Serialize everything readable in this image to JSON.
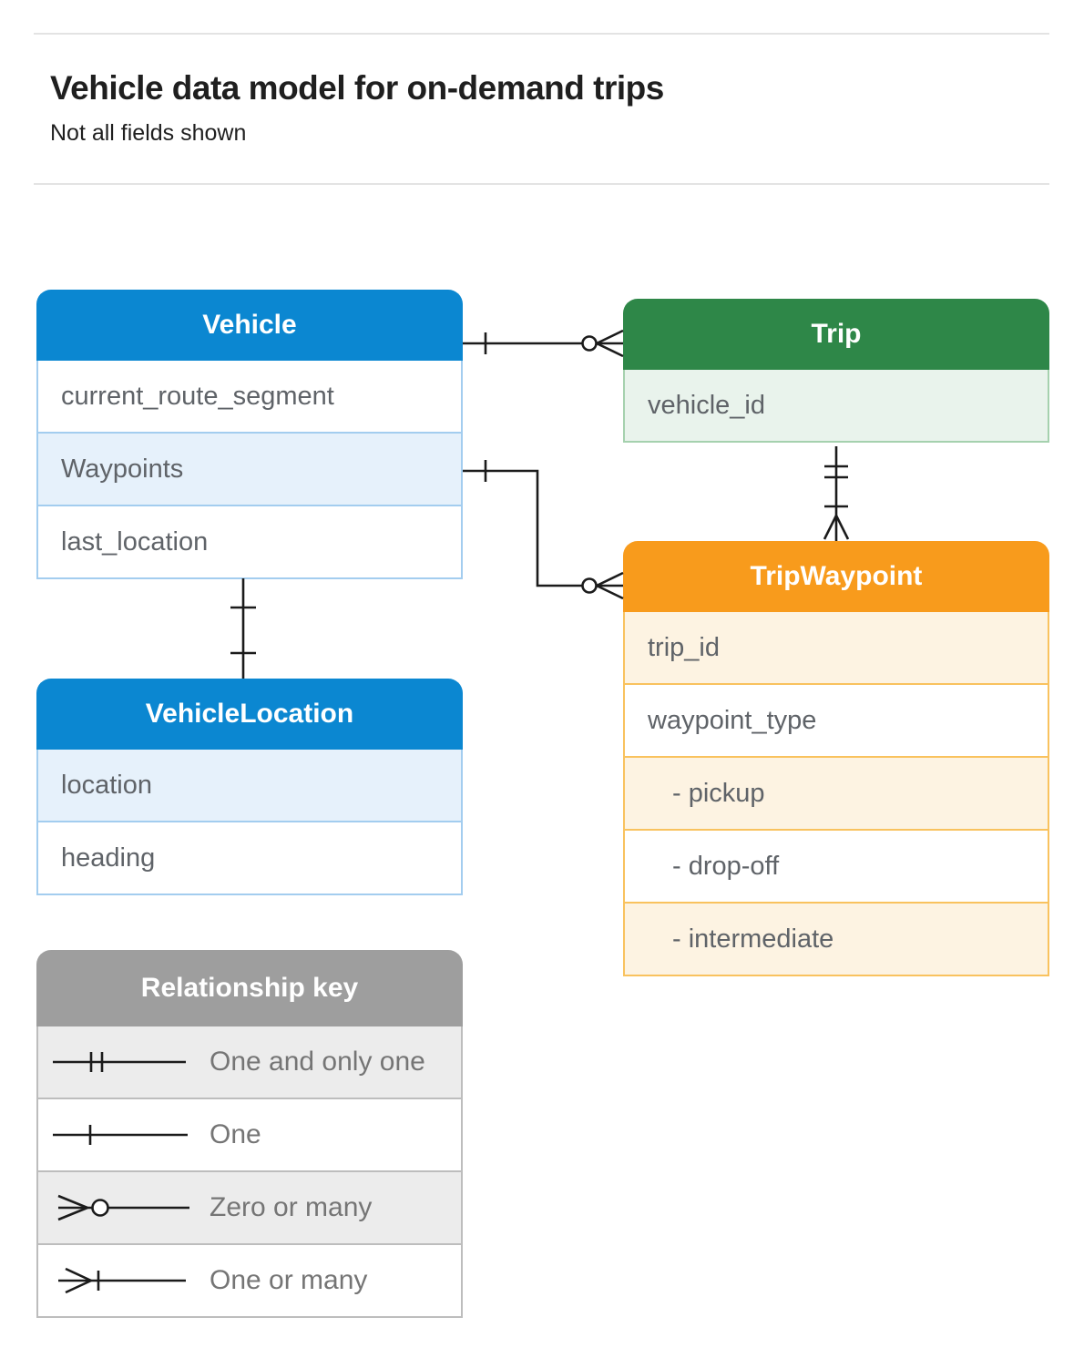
{
  "page": {
    "title": "Vehicle data model for on-demand trips",
    "subtitle": "Not all fields shown"
  },
  "entities": {
    "vehicle": {
      "title": "Vehicle",
      "fields": [
        "current_route_segment",
        "Waypoints",
        "last_location"
      ]
    },
    "trip": {
      "title": "Trip",
      "fields": [
        "vehicle_id"
      ]
    },
    "trip_waypoint": {
      "title": "TripWaypoint",
      "fields": [
        "trip_id",
        "waypoint_type",
        "- pickup",
        "- drop-off",
        "- intermediate"
      ]
    },
    "vehicle_location": {
      "title": "VehicleLocation",
      "fields": [
        "location",
        "heading"
      ]
    }
  },
  "relationships": [
    {
      "from": "Vehicle",
      "to": "Trip",
      "from_cardinality": "one",
      "to_cardinality": "zero-or-many"
    },
    {
      "from": "Vehicle.Waypoints",
      "to": "TripWaypoint",
      "from_cardinality": "one",
      "to_cardinality": "zero-or-many"
    },
    {
      "from": "Trip",
      "to": "TripWaypoint",
      "from_cardinality": "one-and-only-one",
      "to_cardinality": "one-or-many"
    },
    {
      "from": "Vehicle",
      "to": "VehicleLocation",
      "from_cardinality": "one",
      "to_cardinality": "one"
    }
  ],
  "legend": {
    "title": "Relationship key",
    "items": [
      {
        "symbol": "one-and-only-one",
        "label": "One and only one"
      },
      {
        "symbol": "one",
        "label": "One"
      },
      {
        "symbol": "zero-or-many",
        "label": "Zero or many"
      },
      {
        "symbol": "one-or-many",
        "label": "One or many"
      }
    ]
  },
  "colors": {
    "blue_header": "#0b87d1",
    "blue_tint": "#e6f1fb",
    "blue_border": "#a3cdef",
    "green_header": "#2e8748",
    "green_tint": "#e9f3ec",
    "green_border": "#a5d1ae",
    "orange_header": "#f89b1c",
    "orange_tint": "#fdf3e2",
    "orange_border": "#f9c25e",
    "gray_header": "#9e9e9e",
    "gray_tint": "#ececec",
    "gray_border": "#bdbdbd",
    "field_text": "#5f6368",
    "legend_text": "#757575",
    "connector": "#1b1b1b"
  }
}
